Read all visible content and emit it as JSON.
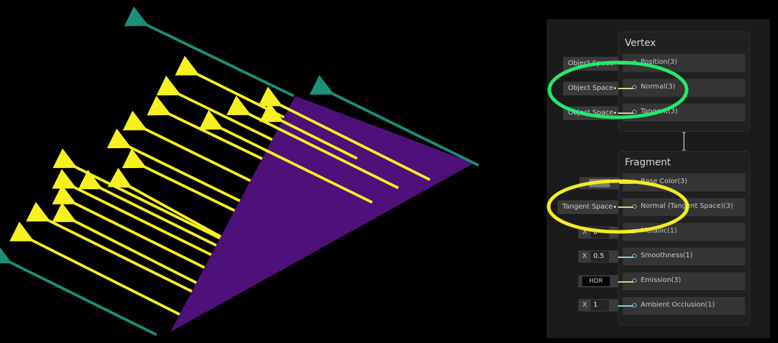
{
  "colors": {
    "background": "#000000",
    "plane": "#4e1079",
    "arrow_yellow": "#f7f21f",
    "arrow_teal": "#1b8f78",
    "panel_bg": "#1b1b1b",
    "slot_bg": "#353535",
    "highlight_green": "#25e86b",
    "highlight_yellow": "#f2ed23",
    "wire_vector": "#d9d98a",
    "wire_float": "#84d6e6"
  },
  "vertex": {
    "title": "Vertex",
    "slots": [
      {
        "label": "Position(3)",
        "chip": "Object Space"
      },
      {
        "label": "Normal(3)",
        "chip": "Object Space"
      },
      {
        "label": "Tangent(3)",
        "chip": "Object Space"
      }
    ]
  },
  "fragment": {
    "title": "Fragment",
    "slots": [
      {
        "label": "Base Color(3)"
      },
      {
        "label": "Normal (Tangent Space)(3)",
        "chip": "Tangent Space"
      },
      {
        "label": "Metallic(1)",
        "x_label": "X",
        "x_value": "0"
      },
      {
        "label": "Smoothness(1)",
        "x_label": "X",
        "x_value": "0.5"
      },
      {
        "label": "Emission(3)",
        "hdr_label": "HDR"
      },
      {
        "label": "Ambient Occlusion(1)",
        "x_label": "X",
        "x_value": "1"
      }
    ]
  }
}
